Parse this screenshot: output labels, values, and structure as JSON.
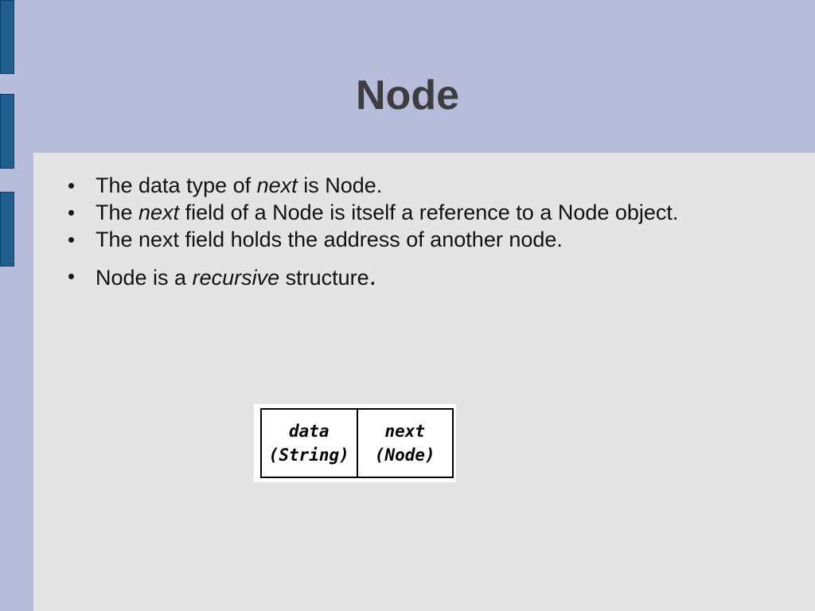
{
  "slide": {
    "title": "Node",
    "bullets": [
      {
        "pre": "The data type of ",
        "em": "next",
        "post": " is Node.",
        "tail": ""
      },
      {
        "pre": "The ",
        "em": "next",
        "post": " field of a Node is itself a reference to a Node object.",
        "tail": ""
      },
      {
        "pre": "The next field holds the address of another node.",
        "em": "",
        "post": "",
        "tail": ""
      },
      {
        "pre": "Node is a ",
        "em": "recursive",
        "post": " structure",
        "tail": "."
      }
    ]
  },
  "diagram": {
    "fields": [
      {
        "name": "data",
        "type": "(String)"
      },
      {
        "name": "next",
        "type": "(Node)"
      }
    ]
  },
  "colors": {
    "background": "#b8bcdb",
    "panel": "#e4e4e4",
    "accent_bar": "#1f5f8f",
    "title": "#3d3d3d"
  }
}
